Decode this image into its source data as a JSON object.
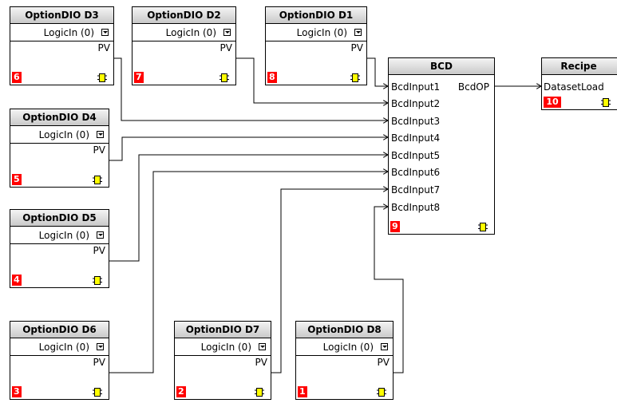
{
  "option_blocks": [
    {
      "id": "d3",
      "title": "OptionDIO D3",
      "param": "LogicIn (0)",
      "output": "PV",
      "order": "6"
    },
    {
      "id": "d2",
      "title": "OptionDIO D2",
      "param": "LogicIn (0)",
      "output": "PV",
      "order": "7"
    },
    {
      "id": "d1",
      "title": "OptionDIO D1",
      "param": "LogicIn (0)",
      "output": "PV",
      "order": "8"
    },
    {
      "id": "d4",
      "title": "OptionDIO D4",
      "param": "LogicIn (0)",
      "output": "PV",
      "order": "5"
    },
    {
      "id": "d5",
      "title": "OptionDIO D5",
      "param": "LogicIn (0)",
      "output": "PV",
      "order": "4"
    },
    {
      "id": "d6",
      "title": "OptionDIO D6",
      "param": "LogicIn (0)",
      "output": "PV",
      "order": "3"
    },
    {
      "id": "d7",
      "title": "OptionDIO D7",
      "param": "LogicIn (0)",
      "output": "PV",
      "order": "2"
    },
    {
      "id": "d8",
      "title": "OptionDIO D8",
      "param": "LogicIn (0)",
      "output": "PV",
      "order": "1"
    }
  ],
  "bcd": {
    "title": "BCD",
    "inputs": [
      "BcdInput1",
      "BcdInput2",
      "BcdInput3",
      "BcdInput4",
      "BcdInput5",
      "BcdInput6",
      "BcdInput7",
      "BcdInput8"
    ],
    "output": "BcdOP",
    "order": "9"
  },
  "recipe": {
    "title": "Recipe",
    "input": "DatasetLoad",
    "order": "10"
  },
  "connections": [
    {
      "from": "OptionDIO D1.PV",
      "to": "BCD.BcdInput1"
    },
    {
      "from": "OptionDIO D2.PV",
      "to": "BCD.BcdInput2"
    },
    {
      "from": "OptionDIO D3.PV",
      "to": "BCD.BcdInput3"
    },
    {
      "from": "OptionDIO D4.PV",
      "to": "BCD.BcdInput4"
    },
    {
      "from": "OptionDIO D5.PV",
      "to": "BCD.BcdInput5"
    },
    {
      "from": "OptionDIO D6.PV",
      "to": "BCD.BcdInput6"
    },
    {
      "from": "OptionDIO D7.PV",
      "to": "BCD.BcdInput7"
    },
    {
      "from": "OptionDIO D8.PV",
      "to": "BCD.BcdInput8"
    },
    {
      "from": "BCD.BcdOP",
      "to": "Recipe.DatasetLoad"
    }
  ],
  "colors": {
    "execution_badge": "#ff0000",
    "chip_icon": "#ffff00",
    "header_top": "#f4f4f4",
    "header_bottom": "#c9c9c9"
  }
}
